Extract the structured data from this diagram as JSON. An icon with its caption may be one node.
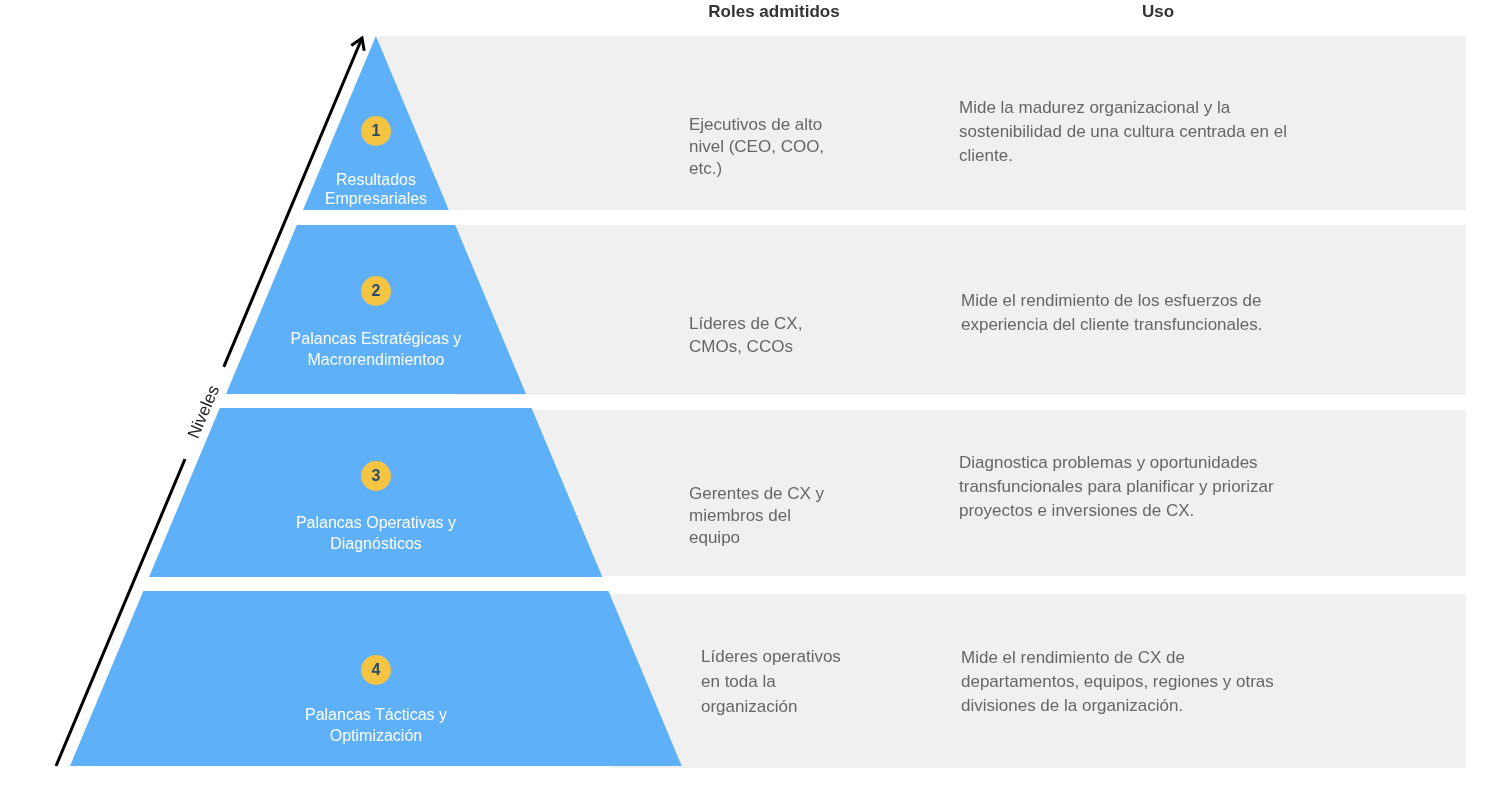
{
  "diagram": {
    "nodes": [
      {
        "text": [
          "Resultados Empresariales"
        ]
      },
      {
        "text": [
          "1"
        ],
        "in": 0
      },
      {
        "text": [
          "Ejecutivos de alto nivel (CEO, COO, etc.)",
          "Mide la madurez organizacional y la sostenibilidad de una cultura centrada en el cliente."
        ]
      },
      {
        "text": [
          "Palancas Estratégicas y Macrorendimientoo"
        ]
      },
      {
        "text": [
          "2"
        ],
        "in": 3
      },
      {
        "text": [
          "Líderes de CX, CMOs, CCOs",
          "Mide el rendimiento de los esfuerzos de experiencia del cliente transfuncionales."
        ]
      },
      {
        "text": [
          "Palancas Operativas y Diagnósticos"
        ]
      },
      {
        "text": [
          "3"
        ],
        "in": 6
      },
      {
        "text": [
          "Gerentes de CX y miembros del equipo",
          "Diagnostica problemas y oportunidades transfuncionales para planificar y priorizar proyectos e inversiones de CX."
        ]
      },
      {
        "text": [
          "Palancas Tácticas y Optimización"
        ]
      },
      {
        "text": [
          "4"
        ],
        "in": 9
      },
      {
        "text": [
          "Líderes operativos en toda la organización",
          "Mide el rendimiento de CX de departamentos, equipos, regiones y otras divisiones de la organización."
        ]
      }
    ],
    "labels": [
      "Roles admitidos",
      "Uso",
      "Niveles"
    ]
  }
}
